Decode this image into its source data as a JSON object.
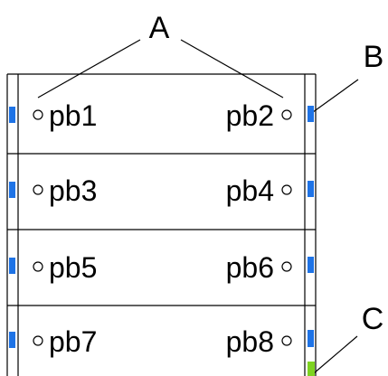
{
  "callouts": {
    "a": "A",
    "b": "B",
    "c": "C"
  },
  "rows": [
    {
      "left": "pb1",
      "right": "pb2"
    },
    {
      "left": "pb3",
      "right": "pb4"
    },
    {
      "left": "pb5",
      "right": "pb6"
    },
    {
      "left": "pb7",
      "right": "pb8"
    }
  ],
  "colors": {
    "led_blue": "#1e73e6",
    "led_green": "#7ed321",
    "line": "#000000",
    "background": "#ffffff"
  },
  "icons": {
    "indicator": "open-circle-icon",
    "led": "led-indicator-icon"
  }
}
